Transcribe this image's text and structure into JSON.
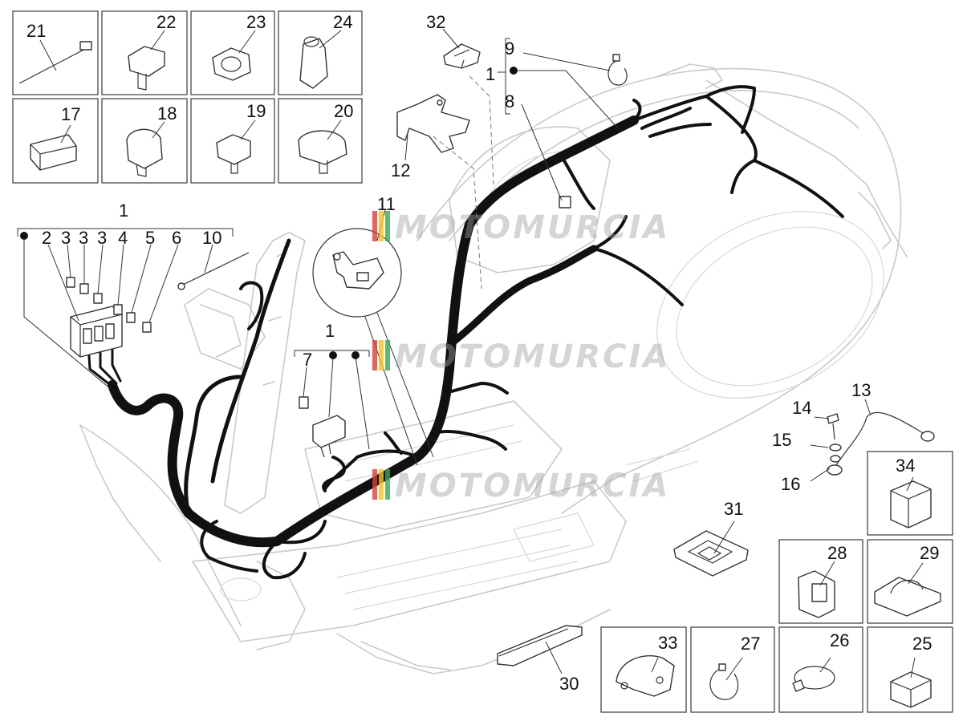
{
  "watermark": {
    "text": "MOTOMURCIA",
    "stripe_colors": [
      "#e53935",
      "#f6c21c",
      "#3aa655"
    ]
  },
  "labels": {
    "l21": "21",
    "l22": "22",
    "l23": "23",
    "l24": "24",
    "l17": "17",
    "l18": "18",
    "l19": "19",
    "l20": "20",
    "l32": "32",
    "l9": "9",
    "l1a": "1",
    "l8": "8",
    "l12": "12",
    "l11": "11",
    "l1b": "1",
    "l2": "2",
    "l3a": "3",
    "l3b": "3",
    "l3c": "3",
    "l4": "4",
    "l5": "5",
    "l6": "6",
    "l10": "10",
    "l1c": "1",
    "l7": "7",
    "l13": "13",
    "l14": "14",
    "l15": "15",
    "l16": "16",
    "l34": "34",
    "l31": "31",
    "l28": "28",
    "l29": "29",
    "l33": "33",
    "l27": "27",
    "l26": "26",
    "l25": "25",
    "l30": "30"
  }
}
